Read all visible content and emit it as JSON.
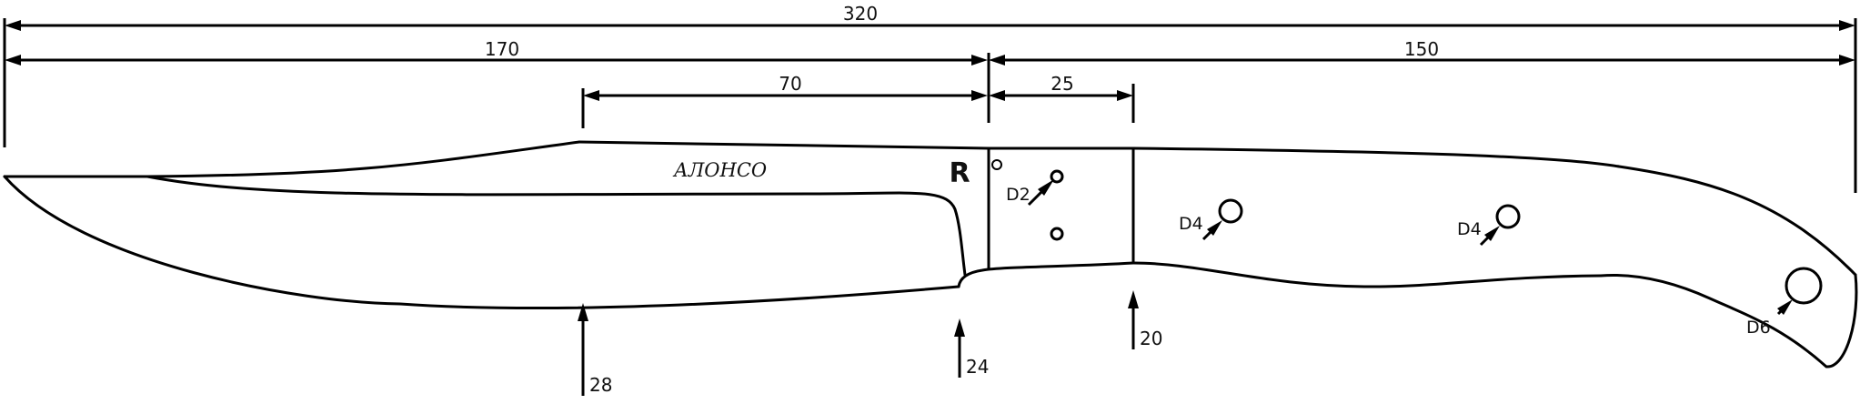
{
  "drawing": {
    "dimensions": {
      "overall": "320",
      "blade": "170",
      "handle": "150",
      "spine_section": "70",
      "bolster": "25"
    },
    "thickness_marks": {
      "t1": "28",
      "t2": "24",
      "t3": "20"
    },
    "holes": {
      "pin_small": "D2",
      "pin_mid": "D4",
      "pin_rear": "D4",
      "lanyard": "D6"
    },
    "brand_text": "АЛОНСО",
    "logo_mark": "R"
  },
  "colors": {
    "line": "#000000",
    "background": "#ffffff"
  }
}
